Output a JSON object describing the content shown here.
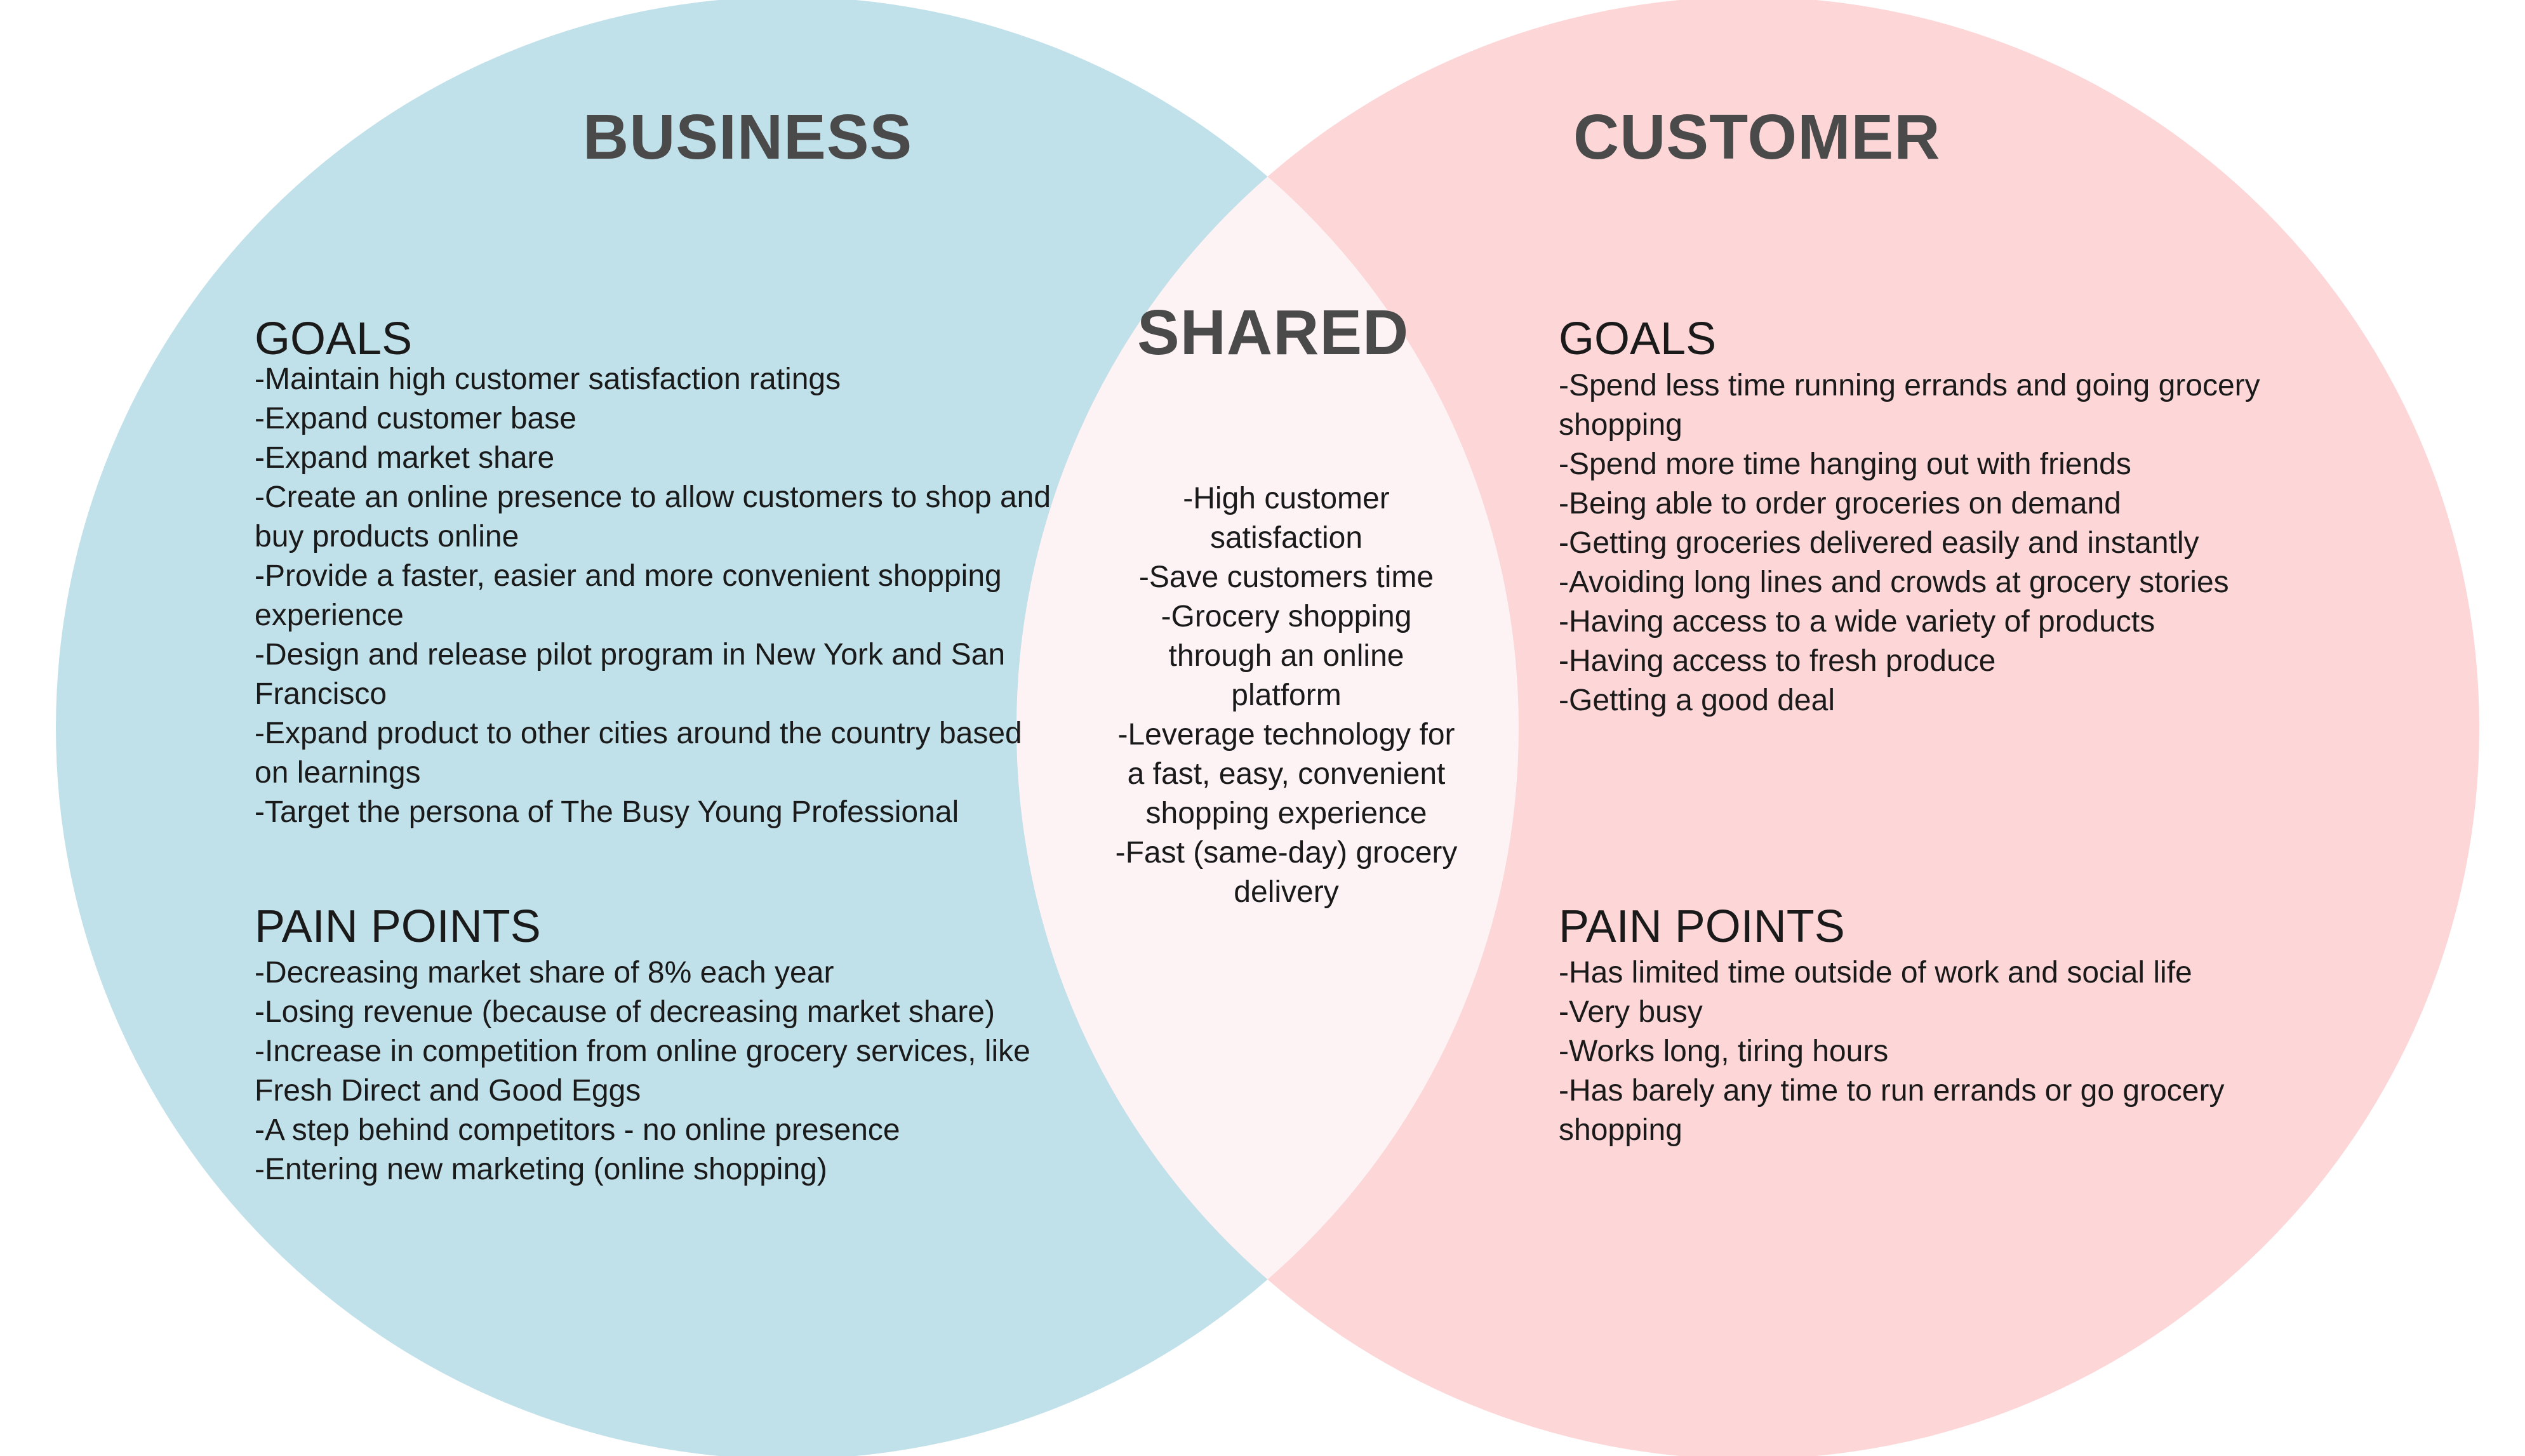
{
  "colors": {
    "business_circle": "#c0e0ea",
    "customer_circle": "#fdd6d7",
    "overlap": "#fdf3f5",
    "title_text": "#4a4a4a",
    "body_text": "#1a1a1a"
  },
  "business": {
    "title": "BUSINESS",
    "goals_heading": "GOALS",
    "goals": [
      "-Maintain high customer satisfaction ratings",
      "-Expand customer base",
      "-Expand market share",
      "-Create an online presence to allow customers to shop and buy products online",
      "-Provide a faster, easier and more convenient shopping experience",
      "-Design and release pilot program in New York and San Francisco",
      "-Expand product to other cities around the country based on learnings",
      "-Target the persona of The Busy Young Professional"
    ],
    "pain_heading": "PAIN POINTS",
    "pain_points": [
      "-Decreasing market share of 8% each year",
      "-Losing revenue (because of decreasing market share)",
      "-Increase in competition from online grocery services, like Fresh Direct and Good Eggs",
      "-A step behind competitors - no online presence",
      "-Entering new marketing (online shopping)"
    ]
  },
  "shared": {
    "title": "SHARED",
    "items": [
      "-High customer satisfaction",
      "-Save customers time",
      "-Grocery shopping through an online platform",
      "-Leverage technology for a fast, easy, convenient shopping experience",
      "-Fast (same-day) grocery delivery"
    ]
  },
  "customer": {
    "title": "CUSTOMER",
    "goals_heading": "GOALS",
    "goals": [
      "-Spend less time running errands and going grocery shopping",
      "-Spend more time hanging out with friends",
      "-Being able to order groceries on demand",
      "-Getting groceries delivered easily and instantly",
      "-Avoiding long lines and crowds at grocery stories",
      "-Having access to a wide variety of products",
      "-Having access to fresh produce",
      "-Getting a good deal"
    ],
    "pain_heading": "PAIN POINTS",
    "pain_points": [
      "-Has limited time outside of work and social life",
      "-Very busy",
      "-Works long, tiring hours",
      "-Has barely any time to run errands or go grocery shopping"
    ]
  }
}
